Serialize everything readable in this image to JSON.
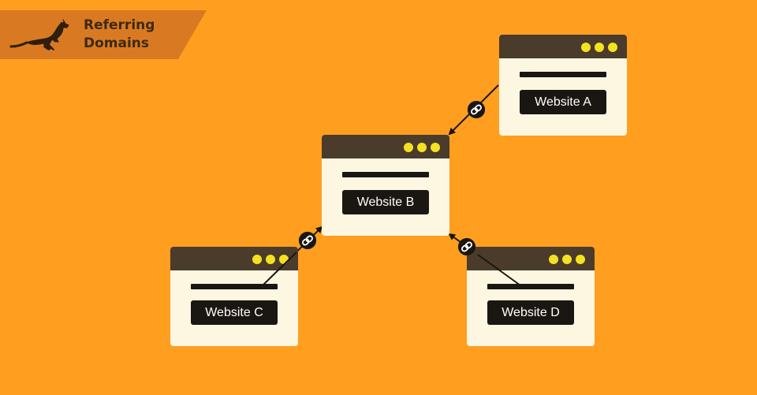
{
  "banner": {
    "line1": "Referring",
    "line2": "Domains"
  },
  "websites": {
    "a": "Website A",
    "b": "Website B",
    "c": "Website C",
    "d": "Website D"
  },
  "icons": [
    "kangaroo-logo",
    "link-icon",
    "arrow-icon"
  ],
  "colors": {
    "background": "#FF9E1F",
    "banner": "#D97A22",
    "window_bar": "#4A3B2B",
    "window_body": "#FDF7E2",
    "dots": "#F5E11F",
    "label_bg": "#1A1712"
  }
}
